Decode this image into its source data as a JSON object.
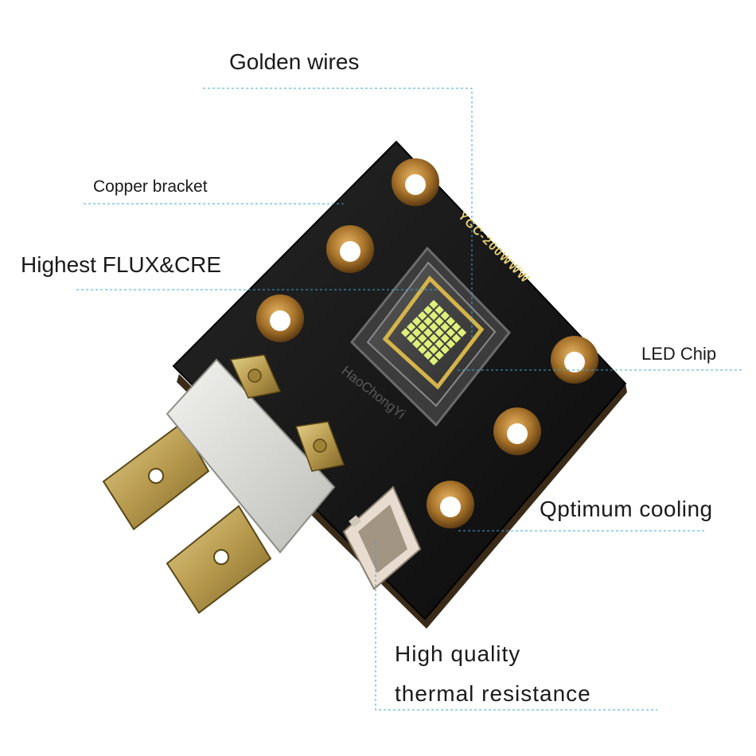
{
  "model_marking": "YGC-200WWW",
  "watermark": "HaoChongYi",
  "callouts": {
    "golden_wires": "Golden wires",
    "copper_bracket": "Copper bracket",
    "highest_flux": "Highest FLUX&CRE",
    "led_chip": "LED Chip",
    "optimum_cooling": "Qptimum cooling",
    "thermal_line1": "High quality",
    "thermal_line2": "thermal resistance"
  },
  "colors": {
    "leader_line": "#3aa7d8",
    "board": "#161616",
    "copper": "#a8732a",
    "led_cell": "#dff07a"
  }
}
